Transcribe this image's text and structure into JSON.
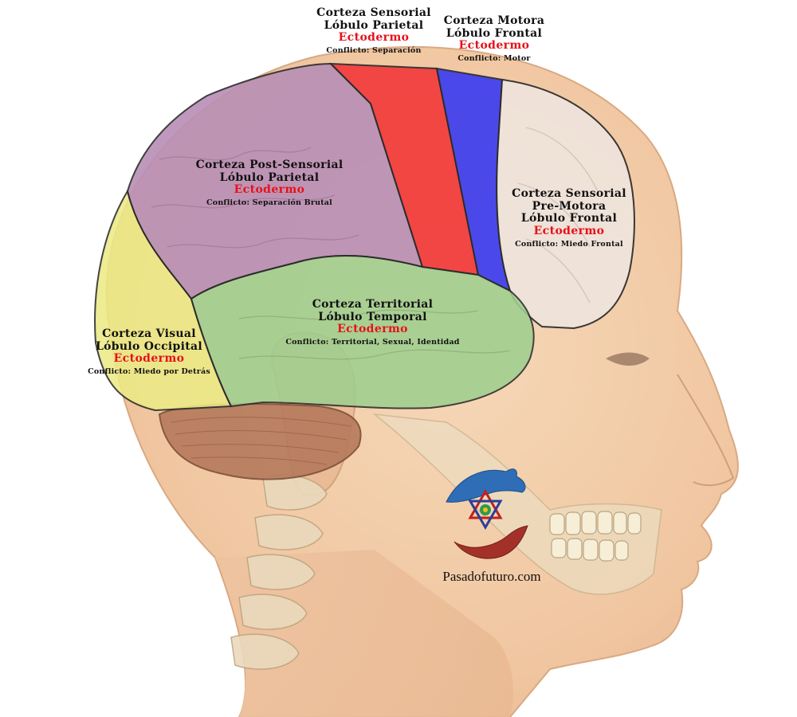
{
  "regions": {
    "sensory": {
      "line1": "Corteza Sensorial",
      "line2": "Lóbulo Parietal",
      "germ": "Ectodermo",
      "conflict": "Conflicto: Separación",
      "color": "#f23b3b"
    },
    "motor": {
      "line1": "Corteza Motora",
      "line2": "Lóbulo Frontal",
      "germ": "Ectodermo",
      "conflict": "Conflicto: Motor",
      "color": "#3d3df0"
    },
    "post_sensory": {
      "line1": "Corteza Post-Sensorial",
      "line2": "Lóbulo Parietal",
      "germ": "Ectodermo",
      "conflict": "Conflicto: Separación Brutal",
      "color": "#b98fb6"
    },
    "pre_motor": {
      "line1": "Corteza Sensorial",
      "line2": "Pre-Motora",
      "line3": "Lóbulo Frontal",
      "germ": "Ectodermo",
      "conflict": "Conflicto: Miedo Frontal",
      "color": "#efe4dc"
    },
    "territorial": {
      "line1": "Corteza Territorial",
      "line2": "Lóbulo Temporal",
      "germ": "Ectodermo",
      "conflict": "Conflicto: Territorial, Sexual, Identidad",
      "color": "#9fcf8f"
    },
    "visual": {
      "line1": "Corteza Visual",
      "line2": "Lóbulo Occipital",
      "germ": "Ectodermo",
      "conflict": "Conflicto: Miedo por Detrás",
      "color": "#ecea86"
    }
  },
  "watermark": {
    "site": "Pasadofuturo.com"
  },
  "colors": {
    "skin": "#f1c9a4",
    "bone": "#ecdcc0",
    "cerebellum": "#b67a5c",
    "germ_text": "#e8101a"
  }
}
